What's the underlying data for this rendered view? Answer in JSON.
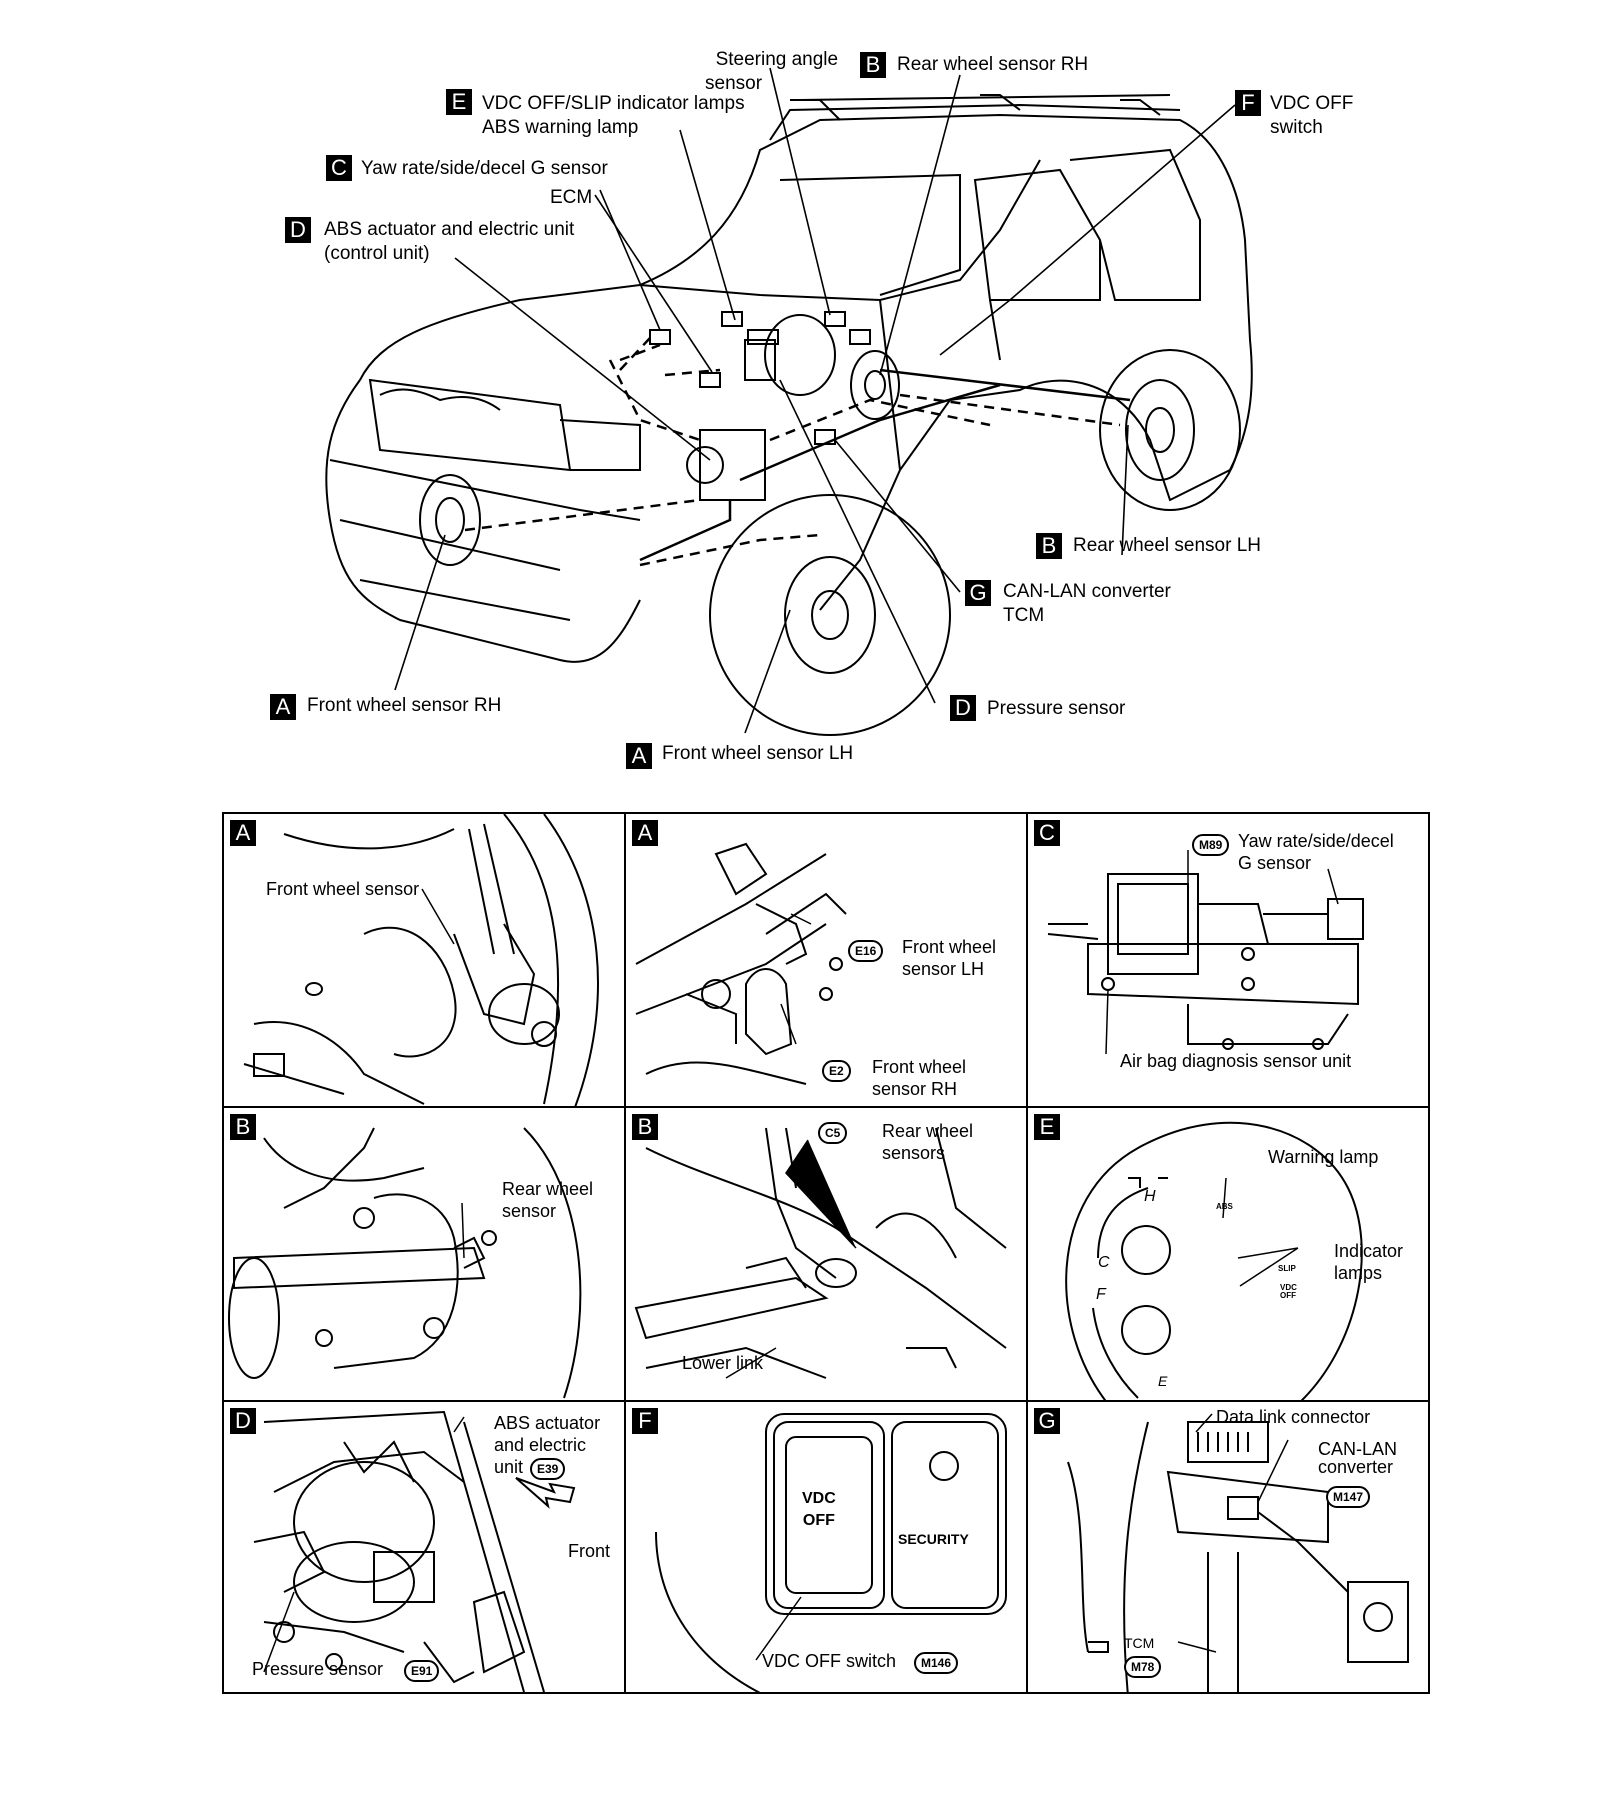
{
  "overview": {
    "labels": [
      {
        "key": "",
        "text": "Steering angle\nsensor"
      },
      {
        "key": "B",
        "text": "Rear wheel sensor RH"
      },
      {
        "key": "E",
        "text": "VDC OFF/SLIP indicator lamps\nABS warning lamp"
      },
      {
        "key": "F",
        "text": "VDC OFF\nswitch"
      },
      {
        "key": "C",
        "text": "Yaw rate/side/decel G sensor"
      },
      {
        "key": "",
        "text": "ECM"
      },
      {
        "key": "D",
        "text": "ABS actuator and electric unit\n(control unit)"
      },
      {
        "key": "B",
        "text": "Rear wheel sensor LH"
      },
      {
        "key": "G",
        "text": "CAN-LAN converter\nTCM"
      },
      {
        "key": "A",
        "text": "Front wheel sensor RH"
      },
      {
        "key": "D",
        "text": "Pressure sensor"
      },
      {
        "key": "A",
        "text": "Front wheel sensor LH"
      }
    ]
  },
  "panels": [
    {
      "key": "A",
      "texts": [
        "Front wheel sensor"
      ]
    },
    {
      "key": "A",
      "texts": [
        "Front wheel\nsensor LH",
        "Front wheel\nsensor RH"
      ],
      "connectors": [
        "E16",
        "E2"
      ]
    },
    {
      "key": "C",
      "texts": [
        "Yaw rate/side/decel\nG sensor",
        "Air bag diagnosis sensor unit"
      ],
      "connectors": [
        "M89"
      ]
    },
    {
      "key": "B",
      "texts": [
        "Rear wheel\nsensor"
      ]
    },
    {
      "key": "B",
      "texts": [
        "Rear wheel\nsensors",
        "Lower link"
      ],
      "connectors": [
        "C5"
      ]
    },
    {
      "key": "E",
      "texts": [
        "Warning lamp",
        "Indicator\nlamps"
      ],
      "gauge": [
        "ABS",
        "SLIP",
        "VDC\nOFF",
        "H",
        "C",
        "F",
        "E"
      ]
    },
    {
      "key": "D",
      "texts": [
        "ABS actuator\nand electric\nunit",
        "Front",
        "Pressure sensor"
      ],
      "connectors": [
        "E39",
        "E91"
      ]
    },
    {
      "key": "F",
      "texts": [
        "VDC\nOFF",
        "SECURITY",
        "VDC OFF switch"
      ],
      "connectors": [
        "M146"
      ]
    },
    {
      "key": "G",
      "texts": [
        "Data link connector",
        "CAN-LAN\nconverter",
        "TCM"
      ],
      "connectors": [
        "M147",
        "M78"
      ]
    }
  ]
}
